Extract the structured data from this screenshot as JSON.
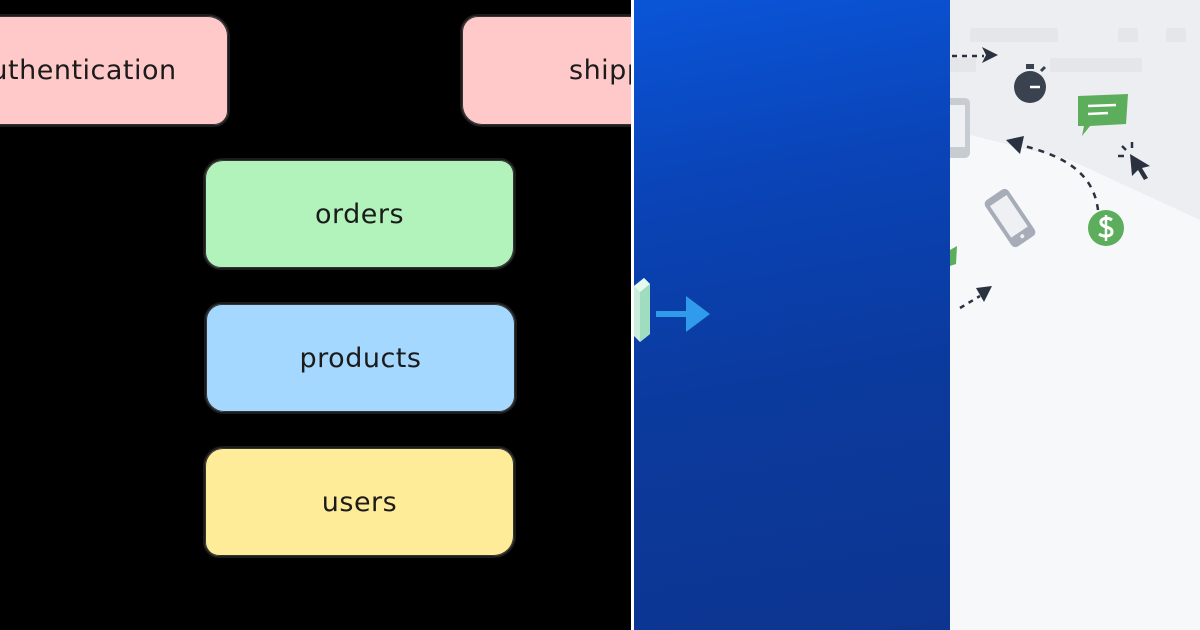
{
  "diagram": {
    "services": [
      {
        "id": "authentication",
        "label": "authentication",
        "color": "#ffc9c9"
      },
      {
        "id": "shipping",
        "label": "shipping",
        "color": "#ffc9c9"
      },
      {
        "id": "orders",
        "label": "orders",
        "color": "#b2f2bb"
      },
      {
        "id": "products",
        "label": "products",
        "color": "#a5d8ff"
      },
      {
        "id": "users",
        "label": "users",
        "color": "#ffec99"
      }
    ]
  },
  "colors": {
    "left_background": "#000000",
    "middle_gradient_top": "#0a55d8",
    "middle_gradient_bottom": "#0d3590",
    "arrow": "#2f9bea",
    "right_background": "#f7f8fa",
    "icon_dark": "#3a4250",
    "icon_green": "#5cae5c"
  },
  "icons": [
    "cube-icon",
    "right-arrow-icon",
    "dashed-arrow-icon",
    "stopwatch-icon",
    "chat-bubble-icon",
    "phone-icon",
    "cursor-click-icon",
    "dollar-coin-icon"
  ]
}
